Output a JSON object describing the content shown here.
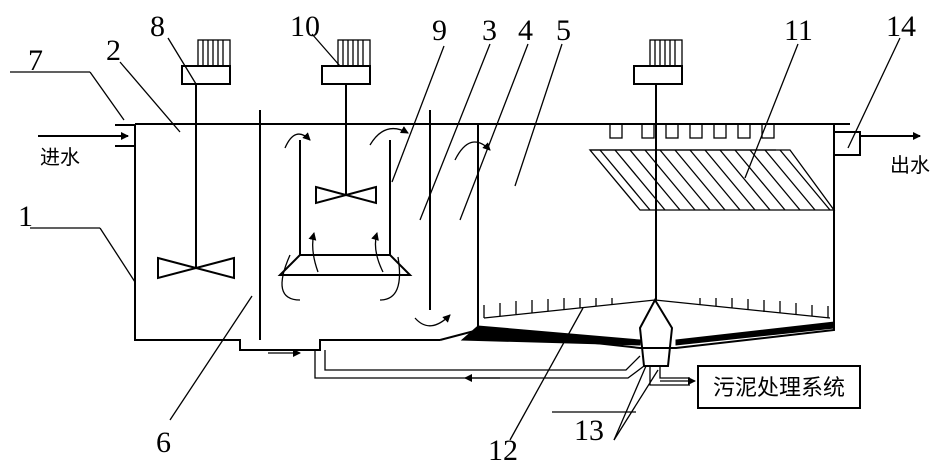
{
  "labels": {
    "n1": "1",
    "n2": "2",
    "n3": "3",
    "n4": "4",
    "n5": "5",
    "n6": "6",
    "n7": "7",
    "n8": "8",
    "n9": "9",
    "n10": "10",
    "n11": "11",
    "n12": "12",
    "n13": "13",
    "n14": "14"
  },
  "text": {
    "inlet": "进水",
    "outlet": "出水",
    "sludge_system": "污泥处理系统"
  }
}
